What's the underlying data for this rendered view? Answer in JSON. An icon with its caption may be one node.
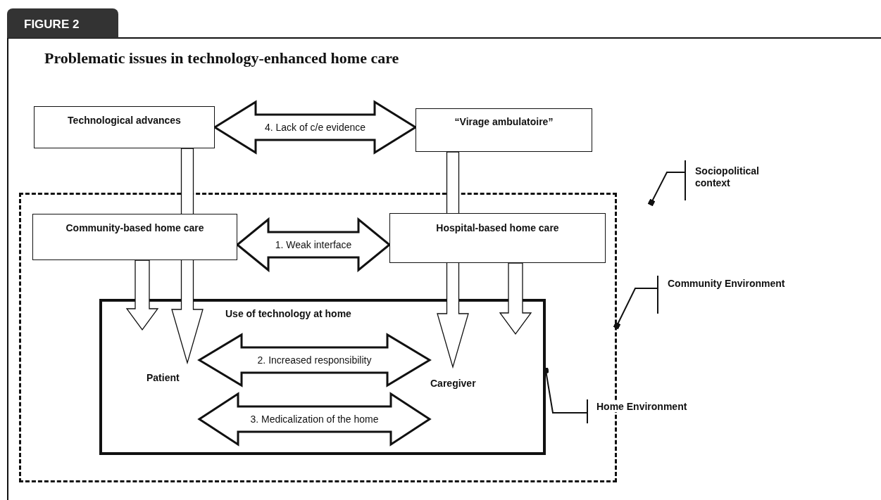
{
  "diagram": {
    "title": "Problematic issues in technology-enhanced home care",
    "nodes": [
      {
        "text": [
          "Technological advances"
        ]
      },
      {
        "text": [
          "“Virage ambulatoire”"
        ]
      },
      {
        "text": [],
        "shape": "box"
      },
      {
        "text": [
          "Community-based home care"
        ],
        "in": 2
      },
      {
        "text": [
          "Hospital-based home care"
        ],
        "in": 2
      },
      {
        "text": [
          "Use of technology at home"
        ],
        "in": 2
      },
      {
        "text": [
          "Patient"
        ],
        "in": 5
      },
      {
        "text": [
          "Caregiver"
        ],
        "in": 5
      },
      {
        "text": [
          "Sociopolitical context"
        ]
      },
      {
        "text": [
          "Community Environment"
        ]
      },
      {
        "text": [
          "Home Environment"
        ]
      }
    ],
    "edges": [
      {
        "from": 0,
        "to": 1,
        "arrow": "both",
        "label": "4. Lack of c/e evidence"
      },
      {
        "from": 3,
        "to": 4,
        "arrow": "both",
        "label": "1. Weak interface"
      },
      {
        "from": 6,
        "to": 7,
        "arrow": "both",
        "label": "2. Increased responsibility"
      },
      {
        "from": 6,
        "to": 7,
        "arrow": "both",
        "label": "3. Medicalization of the home"
      },
      {
        "from": 0,
        "to": 6,
        "arrow": "to"
      },
      {
        "from": 1,
        "to": 7,
        "arrow": "to"
      },
      {
        "from": 3,
        "to": 5,
        "arrow": "to"
      },
      {
        "from": 4,
        "to": 5,
        "arrow": "to"
      },
      {
        "from": 8,
        "to": null,
        "arrow": "other"
      },
      {
        "from": 9,
        "to": 2,
        "arrow": "other"
      },
      {
        "from": 10,
        "to": 5,
        "arrow": "other"
      }
    ],
    "labels": [
      "FIGURE 2"
    ]
  }
}
